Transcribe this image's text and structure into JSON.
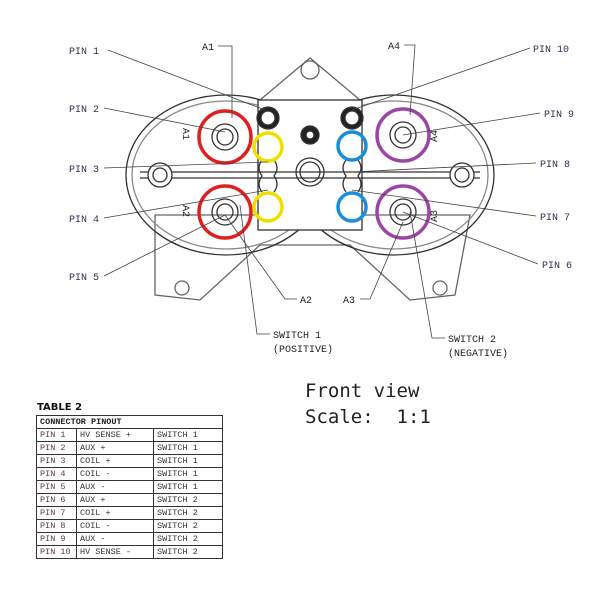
{
  "diagram": {
    "pins_left": [
      "PIN 1",
      "PIN 2",
      "PIN 3",
      "PIN 4",
      "PIN 5"
    ],
    "pins_right": [
      "PIN 10",
      "PIN 9",
      "PIN 8",
      "PIN 7",
      "PIN 6"
    ],
    "terminals": {
      "a1": "A1",
      "a2": "A2",
      "a3": "A3",
      "a4": "A4"
    },
    "embossed": {
      "a1": "A1",
      "a2": "A2",
      "a3": "A3",
      "a4": "A4"
    },
    "switch1": {
      "line1": "SWITCH 1",
      "line2": "(POSITIVE)"
    },
    "switch2": {
      "line1": "SWITCH 2",
      "line2": "(NEGATIVE)"
    },
    "colors": {
      "switch1_main": "#e02020",
      "switch1_aux": "#f0e000",
      "switch2_aux": "#1a8ed8",
      "switch2_main": "#9b46a6"
    }
  },
  "view": {
    "title": "Front view",
    "scale_label": "Scale:",
    "scale_value": "1:1"
  },
  "table": {
    "title": "TABLE 2",
    "header": "CONNECTOR PINOUT",
    "rows": [
      [
        "PIN 1",
        "HV SENSE +",
        "SWITCH 1"
      ],
      [
        "PIN 2",
        "AUX +",
        "SWITCH 1"
      ],
      [
        "PIN 3",
        "COIL +",
        "SWITCH 1"
      ],
      [
        "PIN 4",
        "COIL -",
        "SWITCH 1"
      ],
      [
        "PIN 5",
        "AUX -",
        "SWITCH 1"
      ],
      [
        "PIN 6",
        "AUX +",
        "SWITCH 2"
      ],
      [
        "PIN 7",
        "COIL +",
        "SWITCH 2"
      ],
      [
        "PIN 8",
        "COIL -",
        "SWITCH 2"
      ],
      [
        "PIN 9",
        "AUX -",
        "SWITCH 2"
      ],
      [
        "PIN 10",
        "HV SENSE -",
        "SWITCH 2"
      ]
    ]
  }
}
